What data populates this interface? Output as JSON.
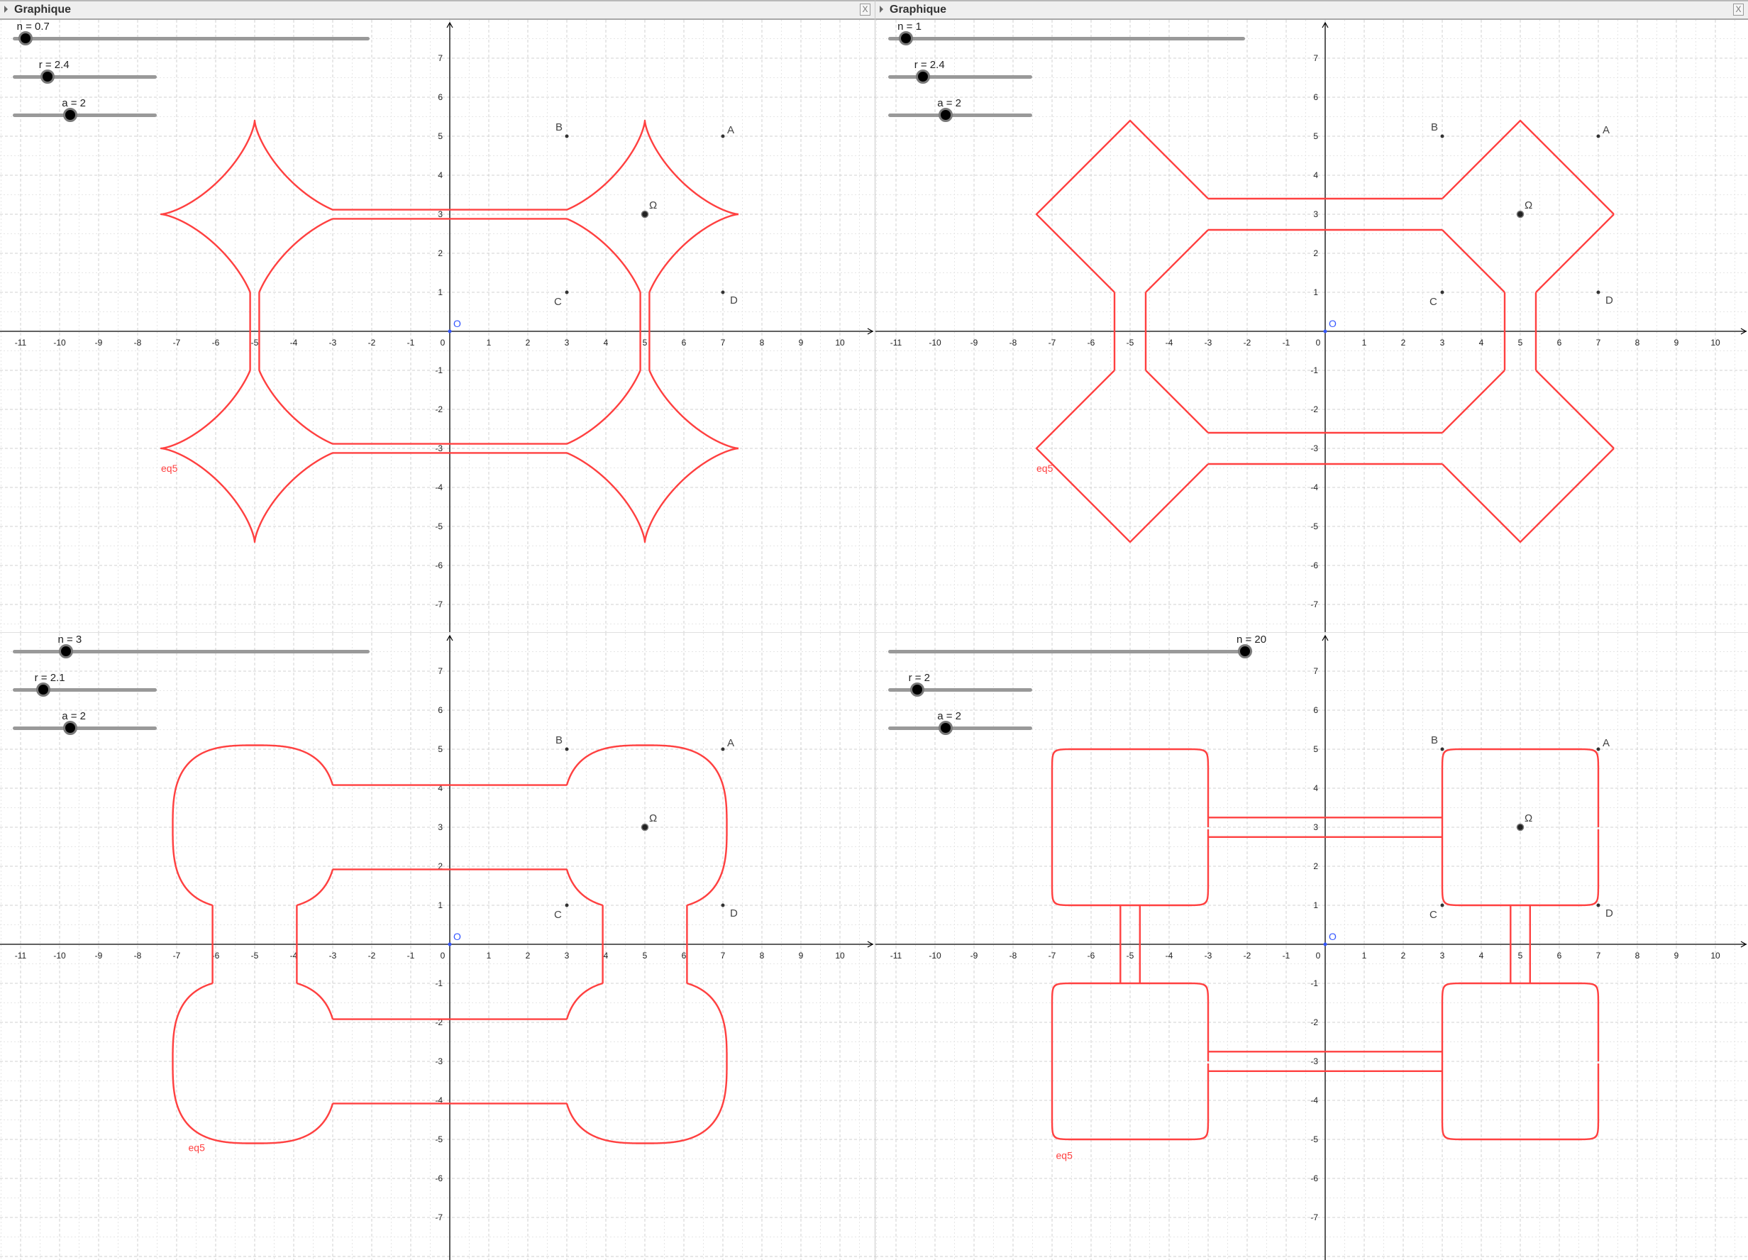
{
  "panels": [
    {
      "title": "Graphique",
      "close_label": "X",
      "sliders": [
        {
          "label": "n = 0.7",
          "name": "n",
          "value": 0.7,
          "position": 0.035,
          "long": true
        },
        {
          "label": "r = 2.4",
          "name": "r",
          "value": 2.4,
          "position": 0.24,
          "long": false
        },
        {
          "label": "a = 2",
          "name": "a",
          "value": 2,
          "position": 0.4,
          "long": false
        }
      ],
      "curve_label": "eq5"
    },
    {
      "title": "Graphique",
      "close_label": "X",
      "sliders": [
        {
          "label": "n = 1",
          "name": "n",
          "value": 1,
          "position": 0.05,
          "long": true
        },
        {
          "label": "r = 2.4",
          "name": "r",
          "value": 2.4,
          "position": 0.24,
          "long": false
        },
        {
          "label": "a = 2",
          "name": "a",
          "value": 2,
          "position": 0.4,
          "long": false
        }
      ],
      "curve_label": "eq5"
    },
    {
      "sliders": [
        {
          "label": "n = 3",
          "name": "n",
          "value": 3,
          "position": 0.15,
          "long": true
        },
        {
          "label": "r = 2.1",
          "name": "r",
          "value": 2.1,
          "position": 0.21,
          "long": false
        },
        {
          "label": "a = 2",
          "name": "a",
          "value": 2,
          "position": 0.4,
          "long": false
        }
      ],
      "curve_label": "eq5"
    },
    {
      "sliders": [
        {
          "label": "n = 20",
          "name": "n",
          "value": 20,
          "position": 1.0,
          "long": true
        },
        {
          "label": "r = 2",
          "name": "r",
          "value": 2,
          "position": 0.2,
          "long": false
        },
        {
          "label": "a = 2",
          "name": "a",
          "value": 2,
          "position": 0.4,
          "long": false
        }
      ],
      "curve_label": "eq5"
    }
  ],
  "points": [
    {
      "name": "A",
      "x": 7,
      "y": 5
    },
    {
      "name": "B",
      "x": 3,
      "y": 5
    },
    {
      "name": "C",
      "x": 3,
      "y": 1
    },
    {
      "name": "D",
      "x": 7,
      "y": 1
    },
    {
      "name": "Ω",
      "x": 5,
      "y": 3
    }
  ],
  "origin_label": "O",
  "axes": {
    "x_ticks": [
      -11,
      -10,
      -9,
      -8,
      -7,
      -6,
      -5,
      -4,
      -3,
      -2,
      -1,
      0,
      1,
      2,
      3,
      4,
      5,
      6,
      7,
      8,
      9,
      10
    ],
    "y_ticks": [
      7,
      6,
      5,
      4,
      3,
      2,
      1,
      -1,
      -2,
      -3,
      -4,
      -5,
      -6,
      -7
    ]
  },
  "colors": {
    "curve": "#ff4040",
    "origin": "#3355ff",
    "slider_track": "#999999",
    "header_bg": "#efefef"
  }
}
